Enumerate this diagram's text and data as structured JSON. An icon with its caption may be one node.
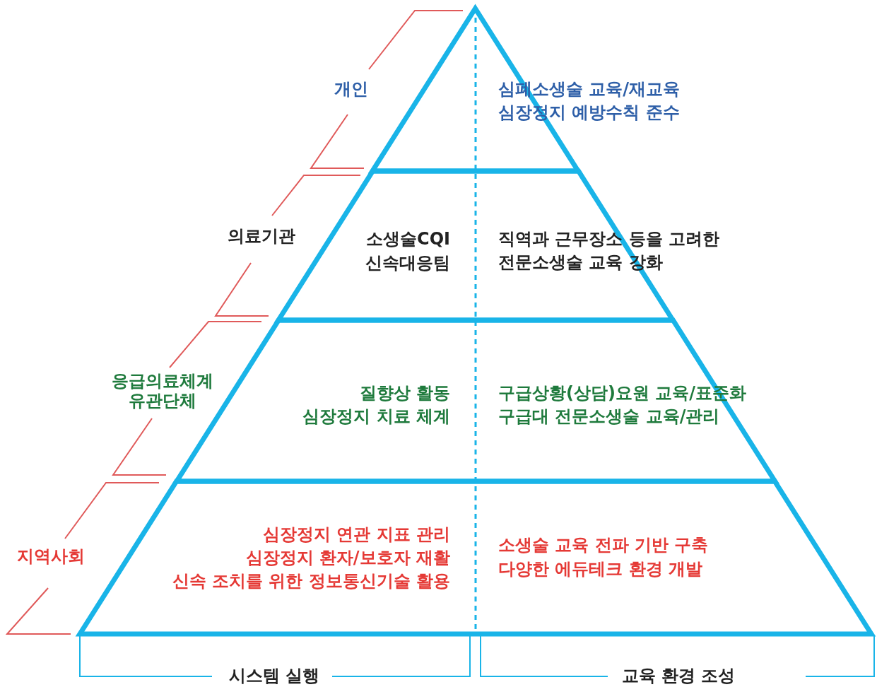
{
  "diagram": {
    "nodes": [
      {
        "text": [
          "심폐소생술 교육/재교육",
          "심장정지 예방수칙 준수"
        ]
      },
      {
        "text": [
          "소생술CQI",
          "신속대응팀",
          "직역과 근무장소 등을 고려한 전문소생술 교육 강화"
        ]
      },
      {
        "text": [
          "질향상 활동",
          "심장정지 치료 체계",
          "구급상황(상담)요원 교육/표준화",
          "구급대 전문소생술 교육/관리"
        ]
      },
      {
        "text": [
          "심장정지 연관 지표 관리",
          "심장정지 환자/보호자 재활",
          "신속 조치를 위한 정보통신기술 활용",
          "소생술 교육 전파 기반 구축",
          "다양한 에듀테크 환경 개발"
        ]
      }
    ],
    "labels": [
      "개인",
      "의료기관",
      "응급의료체계 유관단체",
      "지역사회",
      "시스템 실행",
      "교육 환경 조성"
    ]
  }
}
